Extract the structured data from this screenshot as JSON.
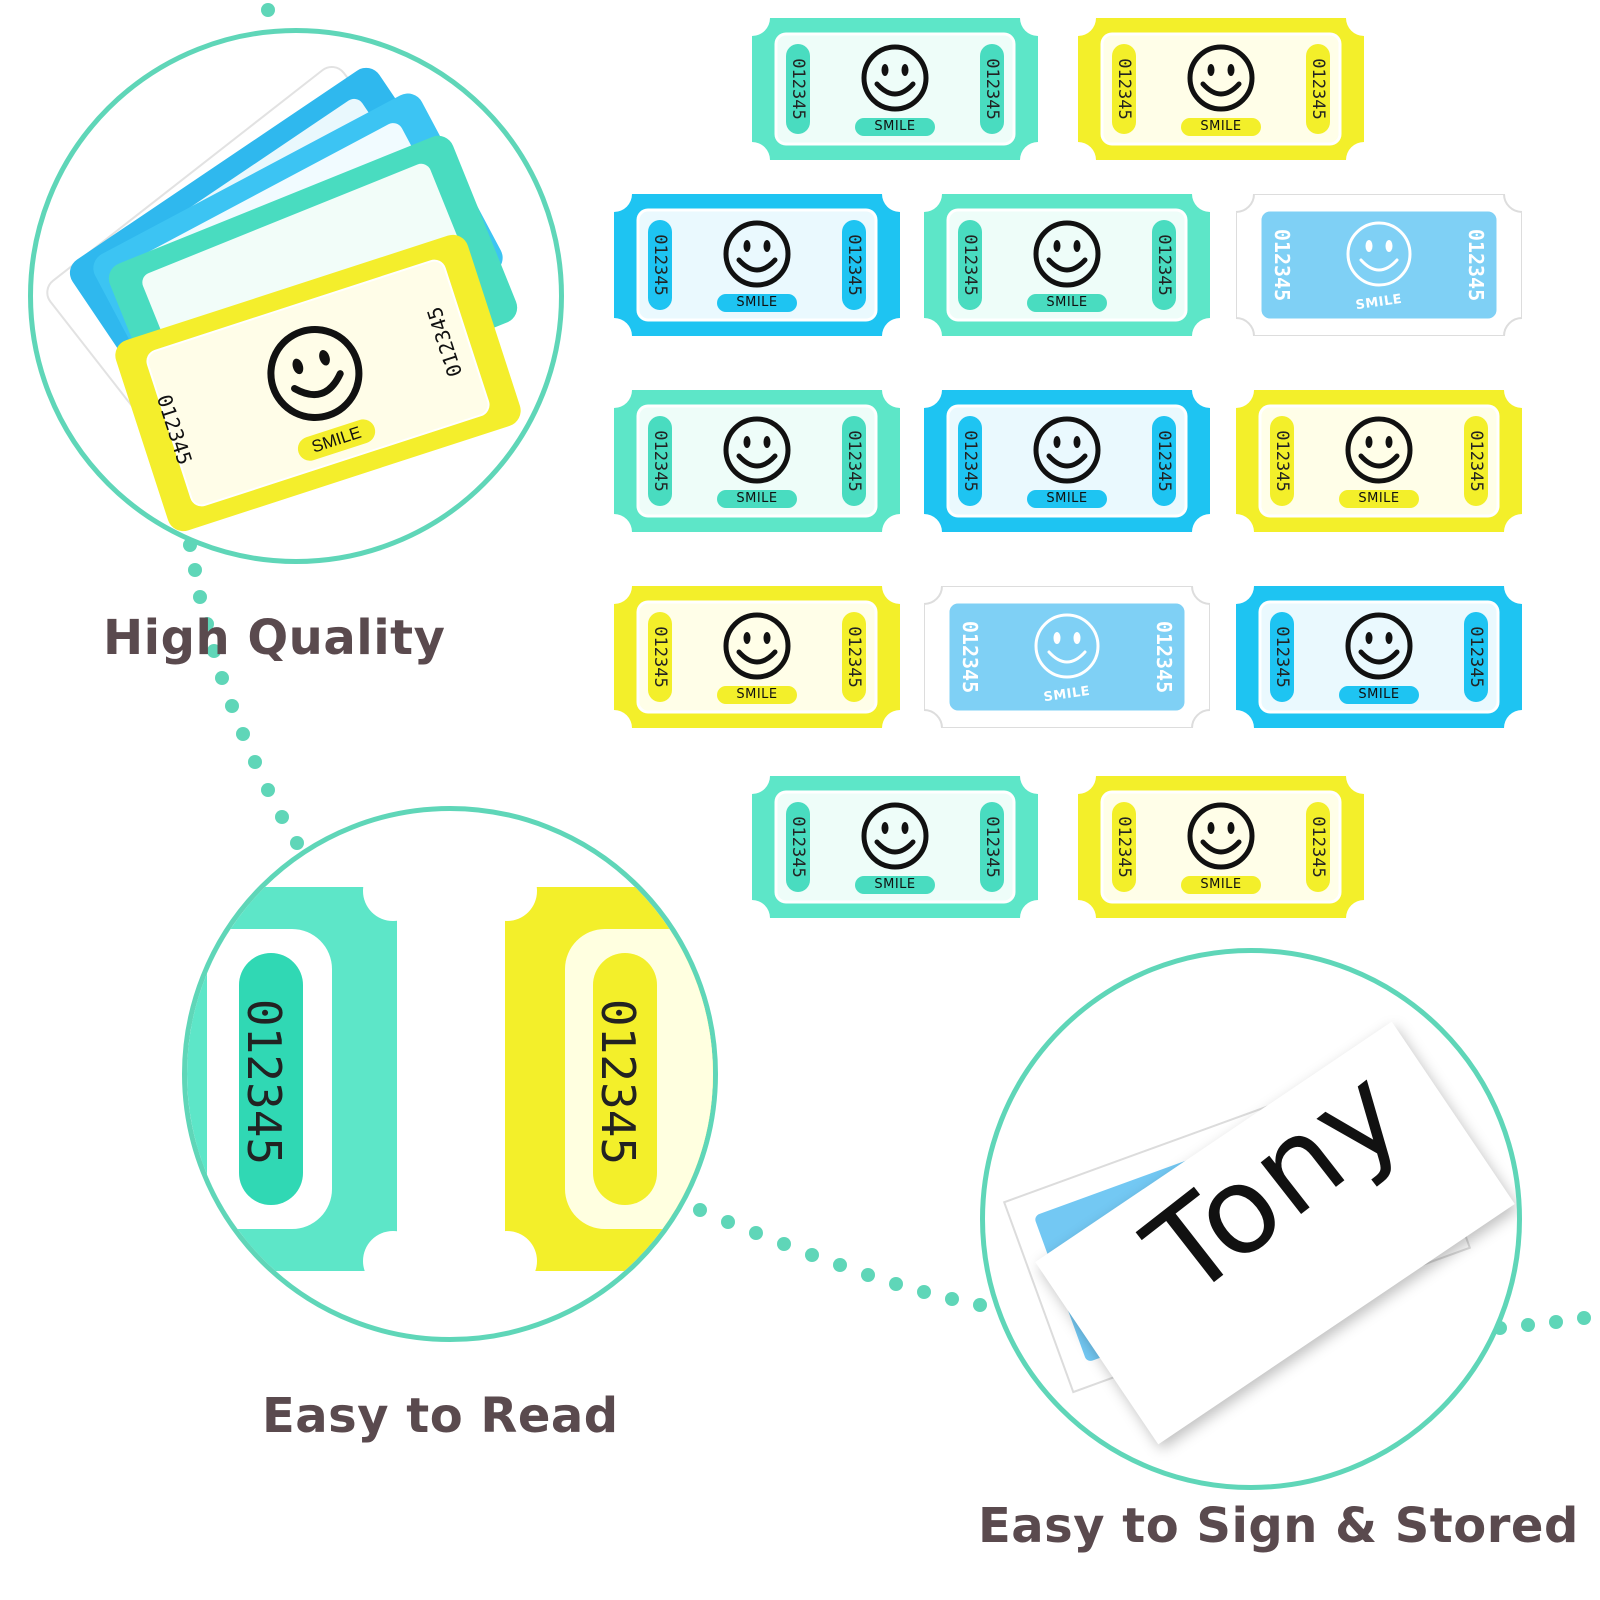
{
  "captions": {
    "high_quality": "High Quality",
    "easy_to_read": "Easy to Read",
    "easy_to_sign": "Easy to Sign & Stored"
  },
  "ticket": {
    "number": "012345",
    "label": "SMILE"
  },
  "signed_name": "Tony",
  "colors": {
    "teal": "#5de6c8",
    "yellow": "#f3ef2a",
    "blue": "#1ec4f2",
    "light_blue": "#7fd0f5",
    "circle_border": "#5fd6b8"
  },
  "ticket_grid": [
    [
      "teal",
      "yellow"
    ],
    [
      "blue",
      "teal",
      "light-blue"
    ],
    [
      "teal",
      "blue",
      "yellow"
    ],
    [
      "yellow",
      "light-blue",
      "blue"
    ],
    [
      "teal",
      "yellow"
    ]
  ]
}
